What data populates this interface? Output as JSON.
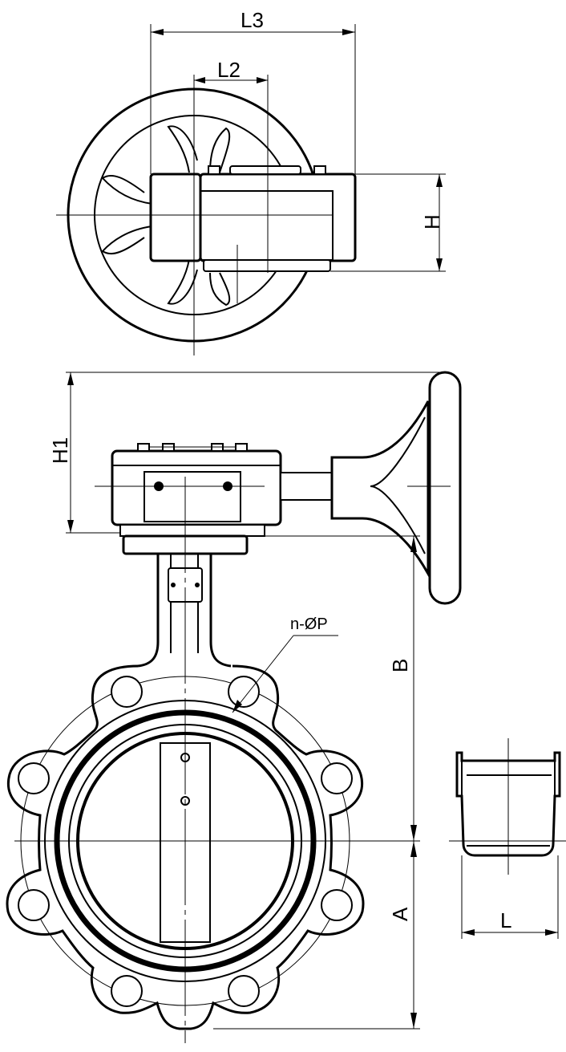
{
  "labels": {
    "L3": "L3",
    "L2": "L2",
    "H": "H",
    "H1": "H1",
    "B": "B",
    "A": "A",
    "L": "L",
    "bolt_holes": "n-ØP"
  },
  "colors": {
    "line": "#000000",
    "background": "#ffffff"
  }
}
